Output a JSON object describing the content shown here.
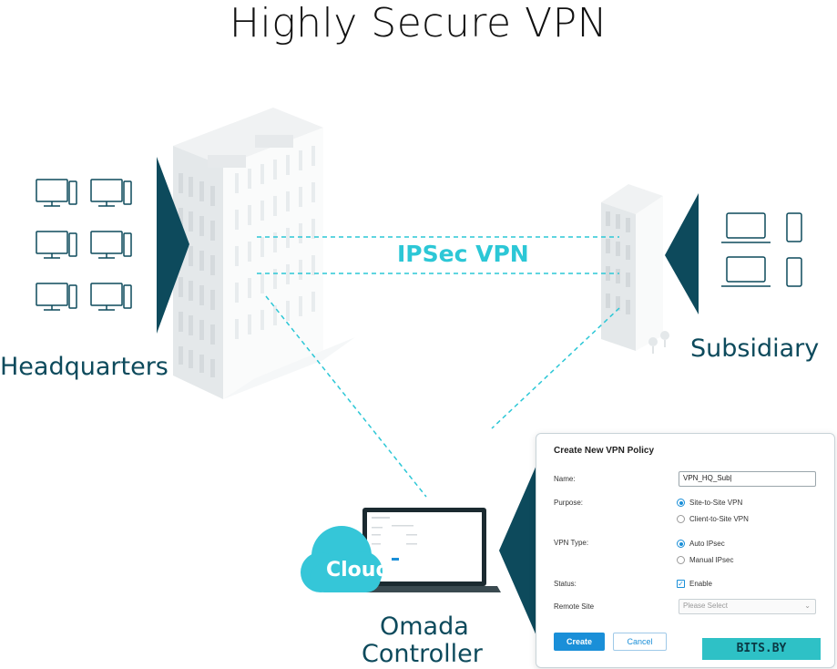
{
  "title": "Highly Secure VPN",
  "tunnel_label": "IPSec VPN",
  "sites": {
    "headquarters": "Headquarters",
    "subsidiary": "Subsidiary",
    "controller_line1": "Omada",
    "controller_line2": "Controller"
  },
  "cloud_label": "Cloud",
  "form": {
    "title": "Create New VPN Policy",
    "name_label": "Name:",
    "name_value": "VPN_HQ_Sub|",
    "purpose_label": "Purpose:",
    "purpose_options": [
      "Site-to-Site VPN",
      "Client-to-Site VPN"
    ],
    "purpose_selected": "Site-to-Site VPN",
    "vpn_type_label": "VPN Type:",
    "vpn_type_options": [
      "Auto IPsec",
      "Manual IPsec"
    ],
    "vpn_type_selected": "Auto IPsec",
    "status_label": "Status:",
    "status_checkbox_label": "Enable",
    "remote_site_label": "Remote Site",
    "remote_site_placeholder": "Please Select",
    "create_label": "Create",
    "cancel_label": "Cancel"
  },
  "watermark": "BITS.BY",
  "colors": {
    "dark_teal": "#0d4a5c",
    "accent_cyan": "#2cc7d6",
    "cloud": "#35c6d8",
    "button_blue": "#1a8fd8"
  }
}
